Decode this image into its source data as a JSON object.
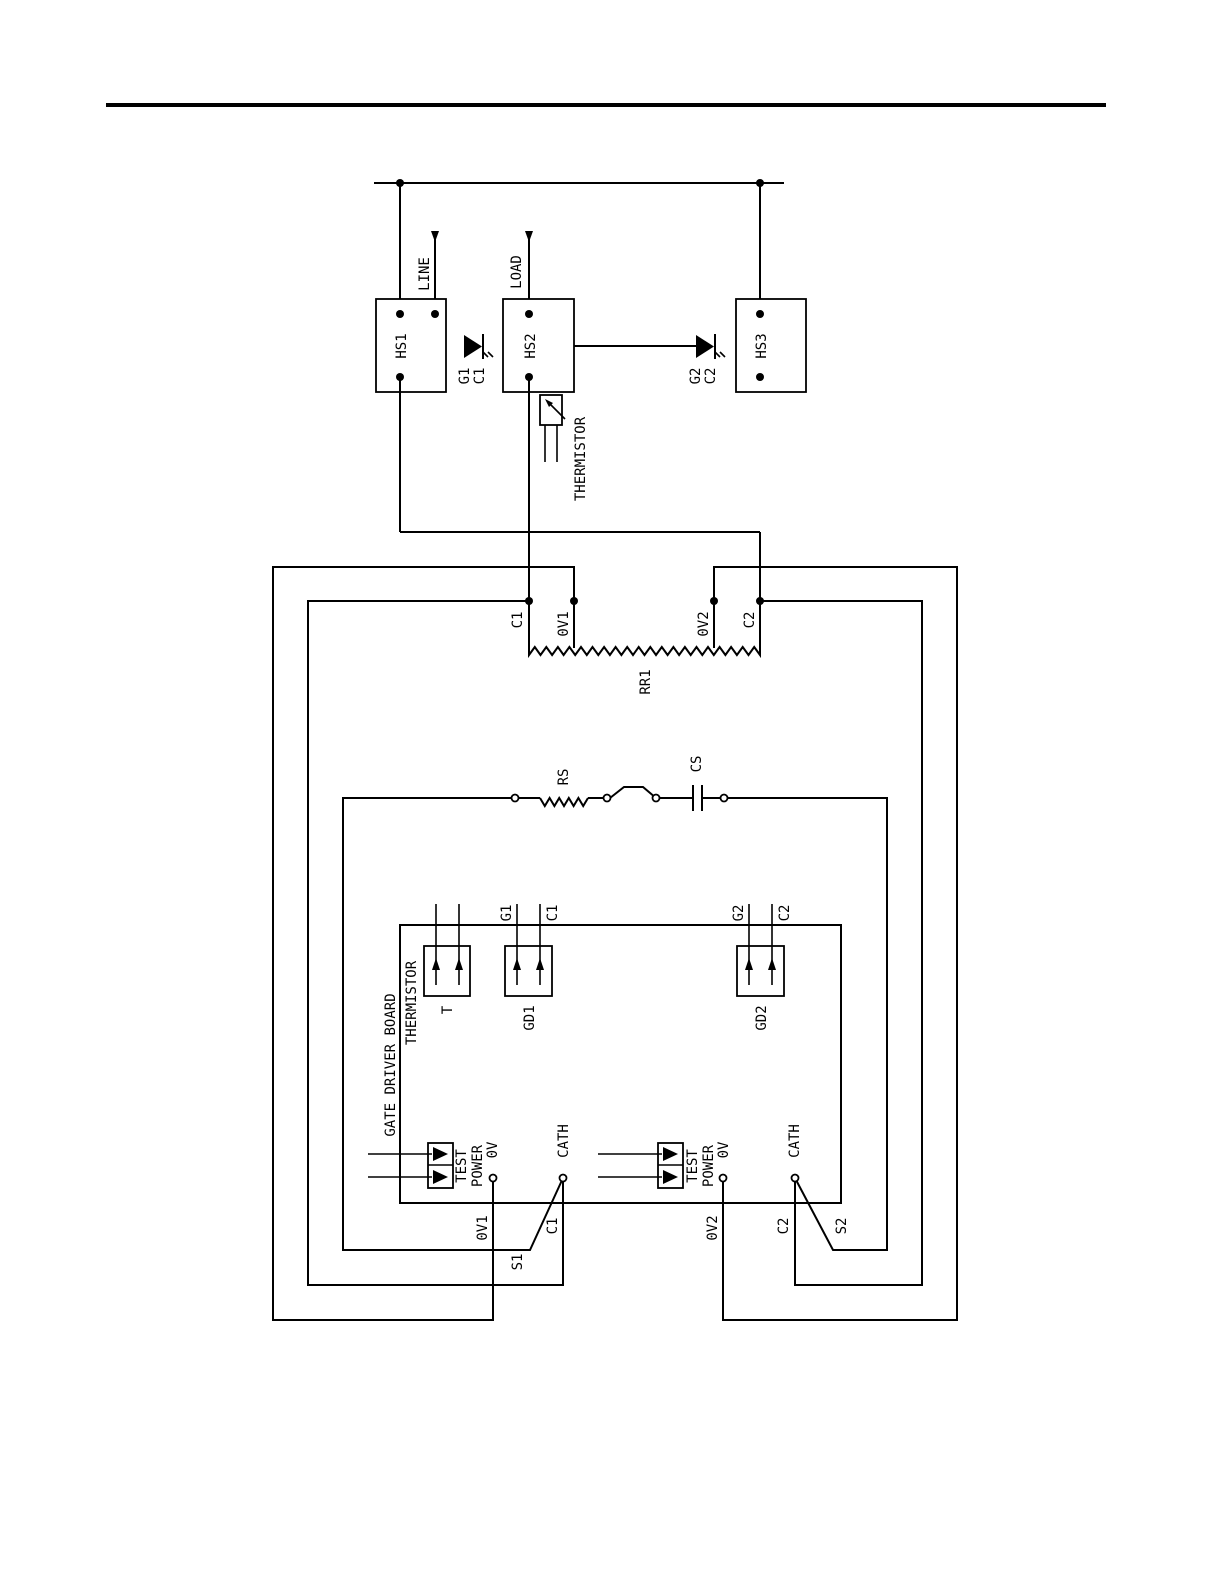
{
  "labels": {
    "hs1": "HS1",
    "hs2": "HS2",
    "hs3": "HS3",
    "line": "LINE",
    "load": "LOAD",
    "g1_top": "G1",
    "c1_top": "C1",
    "g2_top": "G2",
    "c2_top": "C2",
    "thermistor_top": "THERMISTOR",
    "rr_c1": "C1",
    "rr_0v1": "0V1",
    "rr_0v2": "0V2",
    "rr_c2": "C2",
    "rr1": "RR1",
    "rs": "RS",
    "cs": "CS",
    "board": "GATE DRIVER BOARD",
    "board_thermistor": "THERMISTOR",
    "t": "T",
    "gd1": "GD1",
    "gd2": "GD2",
    "gd1_g": "G1",
    "gd1_c": "C1",
    "gd2_g": "G2",
    "gd2_c": "C2",
    "test1": "TEST",
    "power1": "POWER",
    "ov_pin1": "0V",
    "cath1": "CATH",
    "test2": "TEST",
    "power2": "POWER",
    "ov_pin2": "0V",
    "cath2": "CATH",
    "wire_0v1": "0V1",
    "wire_s1": "S1",
    "wire_c1": "C1",
    "wire_0v2": "0V2",
    "wire_c2": "C2",
    "wire_s2": "S2"
  }
}
